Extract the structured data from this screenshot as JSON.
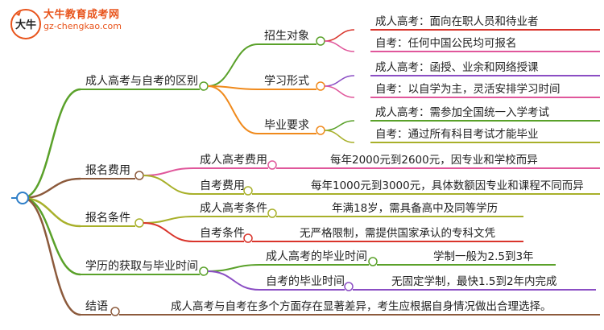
{
  "logo": {
    "title": "大牛教育成考网",
    "url": "gz-chengkao.com",
    "mark_text": "大牛"
  },
  "colors": {
    "root": "#2f7fc8",
    "green": "#5aa12a",
    "orange": "#f08a1c",
    "red": "#d9342b",
    "purple": "#8b4ec4",
    "brown": "#8c5a3c",
    "pink": "#e0579b",
    "olive": "#a8b02a"
  },
  "root": {
    "icon": "circle-node"
  },
  "branches": [
    {
      "label": "成人高考与自考的区别",
      "children": [
        {
          "label": "招生对象",
          "leaves": [
            "成人高考：面向在职人员和待业者",
            "自考：任何中国公民均可报名"
          ]
        },
        {
          "label": "学习形式",
          "leaves": [
            "成人高考：函授、业余和网络授课",
            "自考：以自学为主，灵活安排学习时间"
          ]
        },
        {
          "label": "毕业要求",
          "leaves": [
            "成人高考：需参加全国统一入学考试",
            "自考：通过所有科目考试才能毕业"
          ]
        }
      ]
    },
    {
      "label": "报名费用",
      "children": [
        {
          "label": "成人高考费用",
          "leaves": [
            "每年2000元到2600元，因专业和学校而异"
          ]
        },
        {
          "label": "自考费用",
          "leaves": [
            "每年1000元到3000元，具体数额因专业和课程不同而异"
          ]
        }
      ]
    },
    {
      "label": "报名条件",
      "children": [
        {
          "label": "成人高考条件",
          "leaves": [
            "年满18岁，需具备高中及同等学历"
          ]
        },
        {
          "label": "自考条件",
          "leaves": [
            "无严格限制，需提供国家承认的专科文凭"
          ]
        }
      ]
    },
    {
      "label": "学历的获取与毕业时间",
      "children": [
        {
          "label": "成人高考的毕业时间",
          "leaves": [
            "学制一般为2.5到3年"
          ]
        },
        {
          "label": "自考的毕业时间",
          "leaves": [
            "无固定学制，最快1.5到2年内完成"
          ]
        }
      ]
    },
    {
      "label": "结语",
      "leaves": [
        "成人高考与自考在多个方面存在显著差异，考生应根据自身情况做出合理选择。"
      ]
    }
  ]
}
